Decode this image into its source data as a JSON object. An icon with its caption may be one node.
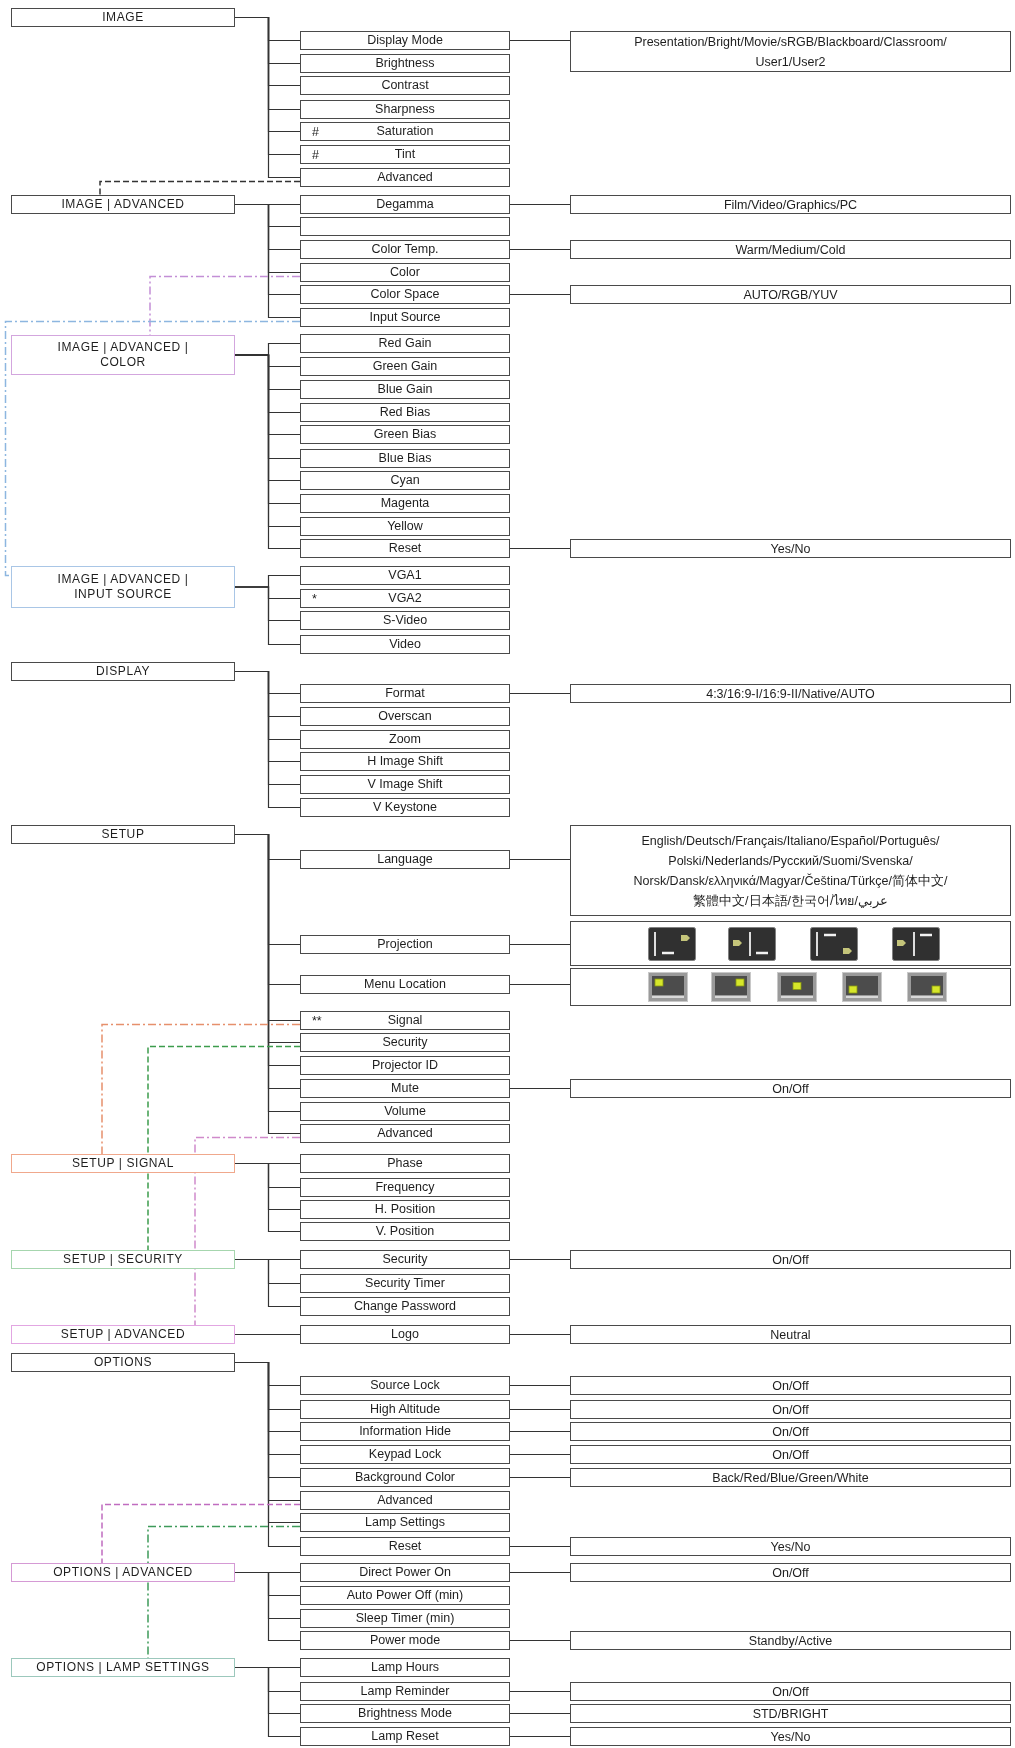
{
  "diagram": {
    "nodes": [
      {
        "text": [
          "IMAGE"
        ]
      },
      {
        "text": [
          "Display Mode"
        ]
      },
      {
        "text": [
          "Presentation/Bright/Movie/sRGB/Blackboard/Classroom/ User1/User2"
        ]
      },
      {
        "text": [
          "Brightness"
        ]
      },
      {
        "text": [
          "Contrast"
        ]
      },
      {
        "text": [
          "Sharpness"
        ]
      },
      {
        "text": [
          "#",
          "Saturation"
        ]
      },
      {
        "text": [
          "#",
          "Tint"
        ]
      },
      {
        "text": [
          "Advanced"
        ]
      },
      {
        "text": [
          "IMAGE | ADVANCED"
        ]
      },
      {
        "text": [
          "Degamma"
        ]
      },
      {
        "text": [
          "Film/Video/Graphics/PC"
        ]
      },
      {
        "text": [],
        "shape": "box"
      },
      {
        "text": [
          "Color Temp."
        ]
      },
      {
        "text": [
          "Warm/Medium/Cold"
        ]
      },
      {
        "text": [
          "Color"
        ]
      },
      {
        "text": [
          "Color Space"
        ]
      },
      {
        "text": [
          "AUTO/RGB/YUV"
        ]
      },
      {
        "text": [
          "Input Source"
        ]
      },
      {
        "text": [
          "IMAGE | ADVANCED | COLOR"
        ]
      },
      {
        "text": [
          "Red Gain"
        ]
      },
      {
        "text": [
          "Green Gain"
        ]
      },
      {
        "text": [
          "Blue Gain"
        ]
      },
      {
        "text": [
          "Red Bias"
        ]
      },
      {
        "text": [
          "Green Bias"
        ]
      },
      {
        "text": [
          "Blue Bias"
        ]
      },
      {
        "text": [
          "Cyan"
        ]
      },
      {
        "text": [
          "Magenta"
        ]
      },
      {
        "text": [
          "Yellow"
        ]
      },
      {
        "text": [
          "Reset"
        ]
      },
      {
        "text": [
          "Yes/No"
        ]
      },
      {
        "text": [
          "IMAGE | ADVANCED | INPUT SOURCE"
        ]
      },
      {
        "text": [
          "VGA1"
        ]
      },
      {
        "text": [
          "*",
          "VGA2"
        ]
      },
      {
        "text": [
          "S-Video"
        ]
      },
      {
        "text": [
          "Video"
        ]
      },
      {
        "text": [
          "DISPLAY"
        ]
      },
      {
        "text": [
          "Format"
        ]
      },
      {
        "text": [
          "4:3/16:9-I/16:9-II/Native/AUTO"
        ]
      },
      {
        "text": [
          "Overscan"
        ]
      },
      {
        "text": [
          "Zoom"
        ]
      },
      {
        "text": [
          "H Image Shift"
        ]
      },
      {
        "text": [
          "V Image Shift"
        ]
      },
      {
        "text": [
          "V Keystone"
        ]
      },
      {
        "text": [
          "SETUP"
        ]
      },
      {
        "text": [
          "Language"
        ]
      },
      {
        "text": [
          "English/Deutsch/Français/Italiano/Español/Português/ Polski/Nederlands/Русский/Suomi/Svenska/ Norsk/Dansk/ελληνικά/Magyar/Čeština/Türkçe/简体中文/ 繁體中文/日本語/한국어/ไทย/عربي"
        ]
      },
      {
        "text": [
          "Projection"
        ]
      },
      {
        "text": [],
        "shape": "picture"
      },
      {
        "text": [
          "Menu Location"
        ]
      },
      {
        "text": [],
        "shape": "picture"
      },
      {
        "text": [
          "**",
          "Signal"
        ]
      },
      {
        "text": [
          "Security"
        ]
      },
      {
        "text": [
          "Projector ID"
        ]
      },
      {
        "text": [
          "Mute"
        ]
      },
      {
        "text": [
          "On/Off"
        ]
      },
      {
        "text": [
          "Volume"
        ]
      },
      {
        "text": [
          "Advanced"
        ]
      },
      {
        "text": [
          "SETUP | SIGNAL"
        ]
      },
      {
        "text": [
          "Phase"
        ]
      },
      {
        "text": [
          "Frequency"
        ]
      },
      {
        "text": [
          "H. Position"
        ]
      },
      {
        "text": [
          "V. Position"
        ]
      },
      {
        "text": [
          "SETUP | SECURITY"
        ]
      },
      {
        "text": [
          "Security"
        ]
      },
      {
        "text": [
          "On/Off"
        ]
      },
      {
        "text": [
          "Security Timer"
        ]
      },
      {
        "text": [
          "Change Password"
        ]
      },
      {
        "text": [
          "SETUP | ADVANCED"
        ]
      },
      {
        "text": [
          "Logo"
        ]
      },
      {
        "text": [
          "Neutral"
        ]
      },
      {
        "text": [
          "OPTIONS"
        ]
      },
      {
        "text": [
          "Source Lock"
        ]
      },
      {
        "text": [
          "On/Off"
        ]
      },
      {
        "text": [
          "High Altitude"
        ]
      },
      {
        "text": [
          "On/Off"
        ]
      },
      {
        "text": [
          "Information Hide"
        ]
      },
      {
        "text": [
          "On/Off"
        ]
      },
      {
        "text": [
          "Keypad Lock"
        ]
      },
      {
        "text": [
          "On/Off"
        ]
      },
      {
        "text": [
          "Background Color"
        ]
      },
      {
        "text": [
          "Back/Red/Blue/Green/White"
        ]
      },
      {
        "text": [
          "Advanced"
        ]
      },
      {
        "text": [
          "Lamp Settings"
        ]
      },
      {
        "text": [
          "Reset"
        ]
      },
      {
        "text": [
          "Yes/No"
        ]
      },
      {
        "text": [
          "OPTIONS | ADVANCED"
        ]
      },
      {
        "text": [
          "Direct Power On"
        ]
      },
      {
        "text": [
          "On/Off"
        ]
      },
      {
        "text": [
          "Auto Power Off (min)"
        ]
      },
      {
        "text": [
          "Sleep Timer (min)"
        ]
      },
      {
        "text": [
          "Power mode"
        ]
      },
      {
        "text": [
          "Standby/Active"
        ]
      },
      {
        "text": [
          "OPTIONS | LAMP SETTINGS"
        ]
      },
      {
        "text": [
          "Lamp Hours"
        ]
      },
      {
        "text": [
          "Lamp Reminder"
        ]
      },
      {
        "text": [
          "On/Off"
        ]
      },
      {
        "text": [
          "Brightness Mode"
        ]
      },
      {
        "text": [
          "STD/BRIGHT"
        ]
      },
      {
        "text": [
          "Lamp Reset"
        ]
      },
      {
        "text": [
          "Yes/No"
        ]
      }
    ],
    "edges": [
      {
        "from": 0,
        "to": 1,
        "arrow": "none"
      },
      {
        "from": 0,
        "to": 3,
        "arrow": "none"
      },
      {
        "from": 0,
        "to": 4,
        "arrow": "none"
      },
      {
        "from": 0,
        "to": 5,
        "arrow": "none"
      },
      {
        "from": 0,
        "to": 6,
        "arrow": "none"
      },
      {
        "from": 0,
        "to": 7,
        "arrow": "none"
      },
      {
        "from": 0,
        "to": 8,
        "arrow": "none"
      },
      {
        "from": 9,
        "to": 10,
        "arrow": "none"
      },
      {
        "from": 9,
        "to": 12,
        "arrow": "none"
      },
      {
        "from": 9,
        "to": 13,
        "arrow": "none"
      },
      {
        "from": 9,
        "to": 15,
        "arrow": "none"
      },
      {
        "from": 9,
        "to": 16,
        "arrow": "none"
      },
      {
        "from": 9,
        "to": 18,
        "arrow": "none"
      },
      {
        "from": 19,
        "to": 20,
        "arrow": "none"
      },
      {
        "from": 19,
        "to": 21,
        "arrow": "none"
      },
      {
        "from": 19,
        "to": 22,
        "arrow": "none"
      },
      {
        "from": 19,
        "to": 23,
        "arrow": "none"
      },
      {
        "from": 19,
        "to": 24,
        "arrow": "none"
      },
      {
        "from": 19,
        "to": 25,
        "arrow": "none"
      },
      {
        "from": 19,
        "to": 26,
        "arrow": "none"
      },
      {
        "from": 19,
        "to": 27,
        "arrow": "none"
      },
      {
        "from": 19,
        "to": 28,
        "arrow": "none"
      },
      {
        "from": 19,
        "to": 29,
        "arrow": "none"
      },
      {
        "from": 31,
        "to": 32,
        "arrow": "none"
      },
      {
        "from": 31,
        "to": 33,
        "arrow": "none"
      },
      {
        "from": 31,
        "to": 34,
        "arrow": "none"
      },
      {
        "from": 31,
        "to": 35,
        "arrow": "none"
      },
      {
        "from": 36,
        "to": 37,
        "arrow": "none"
      },
      {
        "from": 36,
        "to": 39,
        "arrow": "none"
      },
      {
        "from": 36,
        "to": 40,
        "arrow": "none"
      },
      {
        "from": 36,
        "to": 41,
        "arrow": "none"
      },
      {
        "from": 36,
        "to": 42,
        "arrow": "none"
      },
      {
        "from": 36,
        "to": 43,
        "arrow": "none"
      },
      {
        "from": 44,
        "to": 45,
        "arrow": "none"
      },
      {
        "from": 44,
        "to": 47,
        "arrow": "none"
      },
      {
        "from": 44,
        "to": 49,
        "arrow": "none"
      },
      {
        "from": 44,
        "to": 51,
        "arrow": "none"
      },
      {
        "from": 44,
        "to": 52,
        "arrow": "none"
      },
      {
        "from": 44,
        "to": 53,
        "arrow": "none"
      },
      {
        "from": 44,
        "to": 54,
        "arrow": "none"
      },
      {
        "from": 44,
        "to": 56,
        "arrow": "none"
      },
      {
        "from": 44,
        "to": 57,
        "arrow": "none"
      },
      {
        "from": 58,
        "to": 59,
        "arrow": "none"
      },
      {
        "from": 58,
        "to": 60,
        "arrow": "none"
      },
      {
        "from": 58,
        "to": 61,
        "arrow": "none"
      },
      {
        "from": 58,
        "to": 62,
        "arrow": "none"
      },
      {
        "from": 63,
        "to": 64,
        "arrow": "none"
      },
      {
        "from": 63,
        "to": 66,
        "arrow": "none"
      },
      {
        "from": 63,
        "to": 67,
        "arrow": "none"
      },
      {
        "from": 68,
        "to": 69,
        "arrow": "none"
      },
      {
        "from": 71,
        "to": 72,
        "arrow": "none"
      },
      {
        "from": 71,
        "to": 74,
        "arrow": "none"
      },
      {
        "from": 71,
        "to": 76,
        "arrow": "none"
      },
      {
        "from": 71,
        "to": 78,
        "arrow": "none"
      },
      {
        "from": 71,
        "to": 80,
        "arrow": "none"
      },
      {
        "from": 71,
        "to": 82,
        "arrow": "none"
      },
      {
        "from": 71,
        "to": 83,
        "arrow": "none"
      },
      {
        "from": 71,
        "to": 84,
        "arrow": "none"
      },
      {
        "from": 86,
        "to": 87,
        "arrow": "none"
      },
      {
        "from": 86,
        "to": 89,
        "arrow": "none"
      },
      {
        "from": 86,
        "to": 90,
        "arrow": "none"
      },
      {
        "from": 86,
        "to": 91,
        "arrow": "none"
      },
      {
        "from": 93,
        "to": 94,
        "arrow": "none"
      },
      {
        "from": 93,
        "to": 95,
        "arrow": "none"
      },
      {
        "from": 93,
        "to": 97,
        "arrow": "none"
      },
      {
        "from": 93,
        "to": 99,
        "arrow": "none"
      },
      {
        "from": 1,
        "to": 2,
        "arrow": "none"
      },
      {
        "from": 10,
        "to": 11,
        "arrow": "none"
      },
      {
        "from": 13,
        "to": 14,
        "arrow": "none"
      },
      {
        "from": 16,
        "to": 17,
        "arrow": "none"
      },
      {
        "from": 29,
        "to": 30,
        "arrow": "none"
      },
      {
        "from": 37,
        "to": 38,
        "arrow": "none"
      },
      {
        "from": 45,
        "to": 46,
        "arrow": "none"
      },
      {
        "from": 47,
        "to": 48,
        "arrow": "none"
      },
      {
        "from": 49,
        "to": 50,
        "arrow": "none"
      },
      {
        "from": 54,
        "to": 55,
        "arrow": "none"
      },
      {
        "from": 64,
        "to": 65,
        "arrow": "none"
      },
      {
        "from": 69,
        "to": 70,
        "arrow": "none"
      },
      {
        "from": 72,
        "to": 73,
        "arrow": "none"
      },
      {
        "from": 74,
        "to": 75,
        "arrow": "none"
      },
      {
        "from": 76,
        "to": 77,
        "arrow": "none"
      },
      {
        "from": 78,
        "to": 79,
        "arrow": "none"
      },
      {
        "from": 80,
        "to": 81,
        "arrow": "none"
      },
      {
        "from": 84,
        "to": 85,
        "arrow": "none"
      },
      {
        "from": 87,
        "to": 88,
        "arrow": "none"
      },
      {
        "from": 91,
        "to": 92,
        "arrow": "none"
      },
      {
        "from": 95,
        "to": 96,
        "arrow": "none"
      },
      {
        "from": 97,
        "to": 98,
        "arrow": "none"
      },
      {
        "from": 99,
        "to": 100,
        "arrow": "none"
      },
      {
        "from": 8,
        "to": 9,
        "arrow": "none",
        "style": "dashed"
      },
      {
        "from": 15,
        "to": 19,
        "arrow": "none",
        "style": "dashed",
        "color": "#c38fd6"
      },
      {
        "from": 18,
        "to": 31,
        "arrow": "none",
        "style": "dashed",
        "color": "#8db6e0"
      },
      {
        "from": 51,
        "to": 58,
        "arrow": "none",
        "style": "dashed",
        "color": "#e6906c"
      },
      {
        "from": 52,
        "to": 63,
        "arrow": "none",
        "style": "dashed",
        "color": "#3c9c4c"
      },
      {
        "from": 57,
        "to": 68,
        "arrow": "none",
        "style": "dashed",
        "color": "#d08acb"
      },
      {
        "from": 82,
        "to": 86,
        "arrow": "none",
        "style": "dashed",
        "color": "#c06cc0"
      },
      {
        "from": 83,
        "to": 93,
        "arrow": "none",
        "style": "dashed",
        "color": "#3e9a5a"
      }
    ]
  }
}
